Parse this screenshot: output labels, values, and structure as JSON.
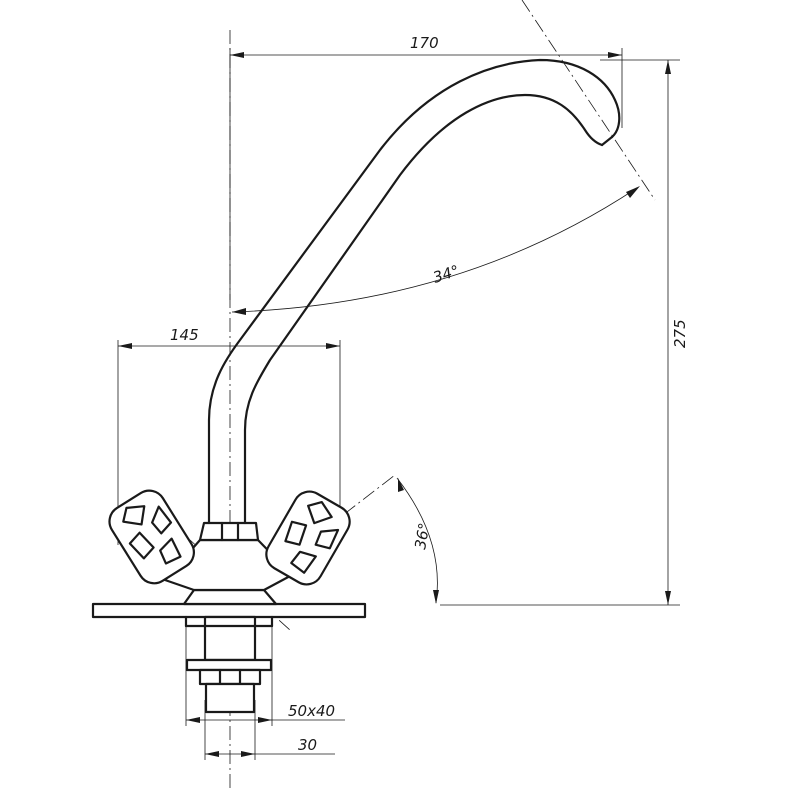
{
  "dimensions": {
    "spout_reach": "170",
    "total_height": "275",
    "handle_span": "145",
    "spout_angle": "34°",
    "handle_angle": "36°",
    "fitting_size": "50x40",
    "shank_diameter": "30"
  }
}
